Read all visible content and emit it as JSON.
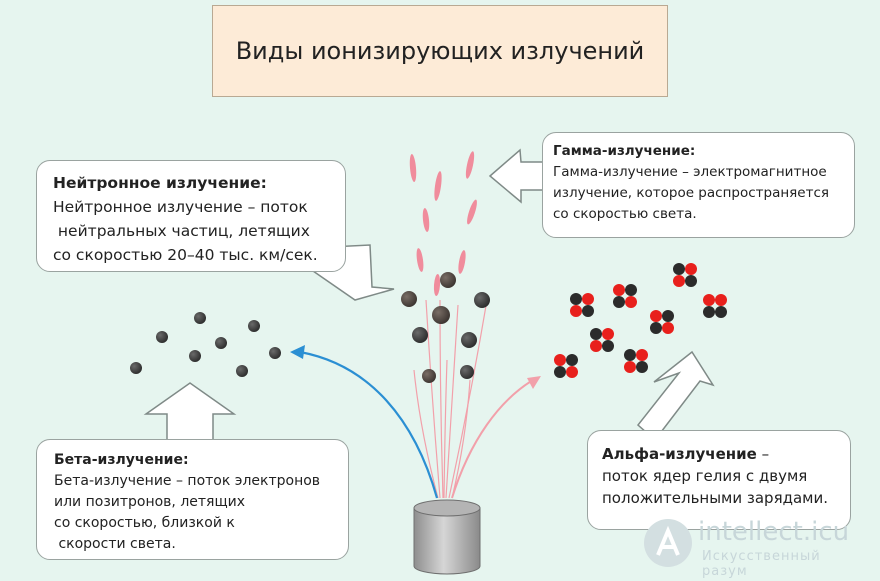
{
  "title": "Виды ионизирующих излучений",
  "neutron": {
    "heading": "Нейтронное излучение:",
    "lines": [
      "Нейтронное излучение – поток",
      " нейтральных частиц, летящих",
      "со скоростью 20–40 тыс. км/сек."
    ]
  },
  "gamma": {
    "heading": "Гамма-излучение:",
    "lines": [
      "Гамма-излучение – электромагнитное",
      "излучение, которое распространяется",
      "со скоростью света."
    ]
  },
  "beta": {
    "heading": "Бета-излучение:",
    "lines": [
      "Бета-излучение – поток электронов",
      "или позитронов, летящих",
      "со скоростью, близкой к",
      " скорости света."
    ]
  },
  "alpha": {
    "heading": "Альфа-излучение",
    "heading_suffix": " –",
    "lines": [
      "поток ядер гелия с двумя",
      "положительными зарядами."
    ]
  },
  "watermark": {
    "name": "intellect.icu",
    "subtitle": "Искусственный разум"
  },
  "colors": {
    "background": "#e6f5ef",
    "title_fill": "#fdebd7",
    "beta_arrow": "#2b8fd3",
    "alpha_arrow": "#f2a0aa",
    "gamma_rays": "#f08c9c",
    "alpha_red": "#e8201c",
    "particle_dark": "#2b2b2b"
  }
}
